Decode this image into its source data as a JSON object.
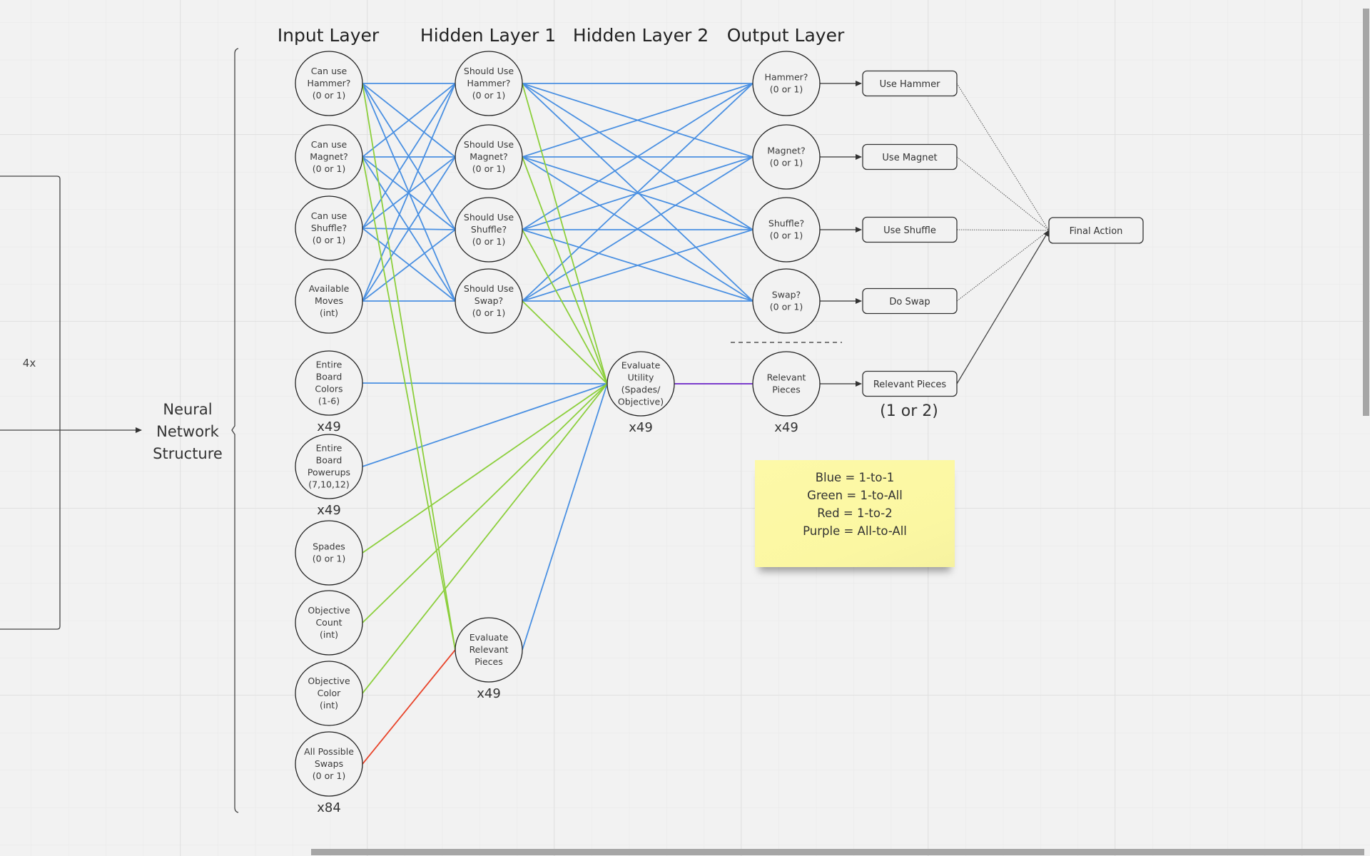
{
  "diagram": {
    "side_label": [
      "Neural",
      "Network",
      "Structure"
    ],
    "repeat_label": "4x",
    "layer_titles": [
      "Input Layer",
      "Hidden Layer 1",
      "Hidden Layer 2",
      "Output Layer"
    ],
    "input_nodes": [
      {
        "id": "in_hammer",
        "lines": [
          "Can use",
          "Hammer?",
          "(0 or 1)"
        ],
        "count": ""
      },
      {
        "id": "in_magnet",
        "lines": [
          "Can use",
          "Magnet?",
          "(0 or 1)"
        ],
        "count": ""
      },
      {
        "id": "in_shuffle",
        "lines": [
          "Can use",
          "Shuffle?",
          "(0 or 1)"
        ],
        "count": ""
      },
      {
        "id": "in_moves",
        "lines": [
          "Available",
          "Moves",
          "(int)"
        ],
        "count": ""
      },
      {
        "id": "in_colors",
        "lines": [
          "Entire",
          "Board",
          "Colors",
          "(1-6)"
        ],
        "count": "x49"
      },
      {
        "id": "in_powerups",
        "lines": [
          "Entire",
          "Board",
          "Powerups",
          "(7,10,12)"
        ],
        "count": "x49"
      },
      {
        "id": "in_spades",
        "lines": [
          "Spades",
          "(0 or 1)"
        ],
        "count": ""
      },
      {
        "id": "in_objcount",
        "lines": [
          "Objective",
          "Count",
          "(int)"
        ],
        "count": ""
      },
      {
        "id": "in_objcolor",
        "lines": [
          "Objective",
          "Color",
          "(int)"
        ],
        "count": ""
      },
      {
        "id": "in_swaps",
        "lines": [
          "All Possible",
          "Swaps",
          "(0 or 1)"
        ],
        "count": "x84"
      }
    ],
    "hidden1_nodes": [
      {
        "id": "h1_hammer",
        "lines": [
          "Should Use",
          "Hammer?",
          "(0 or 1)"
        ],
        "count": ""
      },
      {
        "id": "h1_magnet",
        "lines": [
          "Should Use",
          "Magnet?",
          "(0 or 1)"
        ],
        "count": ""
      },
      {
        "id": "h1_shuffle",
        "lines": [
          "Should Use",
          "Shuffle?",
          "(0 or 1)"
        ],
        "count": ""
      },
      {
        "id": "h1_swap",
        "lines": [
          "Should Use",
          "Swap?",
          "(0 or 1)"
        ],
        "count": ""
      },
      {
        "id": "h1_relevant",
        "lines": [
          "Evaluate",
          "Relevant",
          "Pieces"
        ],
        "count": "x49"
      }
    ],
    "hidden2_nodes": [
      {
        "id": "h2_utility",
        "lines": [
          "Evaluate",
          "Utility",
          "(Spades/",
          "Objective)"
        ],
        "count": "x49"
      }
    ],
    "output_nodes": [
      {
        "id": "out_hammer",
        "lines": [
          "Hammer?",
          "(0 or 1)"
        ],
        "count": ""
      },
      {
        "id": "out_magnet",
        "lines": [
          "Magnet?",
          "(0 or 1)"
        ],
        "count": ""
      },
      {
        "id": "out_shuffle",
        "lines": [
          "Shuffle?",
          "(0 or 1)"
        ],
        "count": ""
      },
      {
        "id": "out_swap",
        "lines": [
          "Swap?",
          "(0 or 1)"
        ],
        "count": ""
      },
      {
        "id": "out_relevant",
        "lines": [
          "Relevant",
          "Pieces"
        ],
        "count": "x49"
      }
    ],
    "action_boxes": [
      {
        "id": "act_hammer",
        "label": "Use Hammer",
        "from": "out_hammer",
        "link_style": "dotted"
      },
      {
        "id": "act_magnet",
        "label": "Use Magnet",
        "from": "out_magnet",
        "link_style": "dotted"
      },
      {
        "id": "act_shuffle",
        "label": "Use Shuffle",
        "from": "out_shuffle",
        "link_style": "dotted"
      },
      {
        "id": "act_swap",
        "label": "Do Swap",
        "from": "out_swap",
        "link_style": "dotted"
      },
      {
        "id": "act_relevant",
        "label": "Relevant Pieces",
        "from": "out_relevant",
        "link_style": "solid",
        "note": "(1 or 2)"
      }
    ],
    "final_action": "Final Action",
    "edges": {
      "blue": [
        [
          "in_hammer",
          "h1_hammer"
        ],
        [
          "in_hammer",
          "h1_magnet"
        ],
        [
          "in_hammer",
          "h1_shuffle"
        ],
        [
          "in_hammer",
          "h1_swap"
        ],
        [
          "in_magnet",
          "h1_hammer"
        ],
        [
          "in_magnet",
          "h1_magnet"
        ],
        [
          "in_magnet",
          "h1_shuffle"
        ],
        [
          "in_magnet",
          "h1_swap"
        ],
        [
          "in_shuffle",
          "h1_hammer"
        ],
        [
          "in_shuffle",
          "h1_magnet"
        ],
        [
          "in_shuffle",
          "h1_shuffle"
        ],
        [
          "in_shuffle",
          "h1_swap"
        ],
        [
          "in_moves",
          "h1_hammer"
        ],
        [
          "in_moves",
          "h1_magnet"
        ],
        [
          "in_moves",
          "h1_shuffle"
        ],
        [
          "in_moves",
          "h1_swap"
        ],
        [
          "h1_hammer",
          "out_hammer"
        ],
        [
          "h1_hammer",
          "out_magnet"
        ],
        [
          "h1_hammer",
          "out_shuffle"
        ],
        [
          "h1_hammer",
          "out_swap"
        ],
        [
          "h1_magnet",
          "out_hammer"
        ],
        [
          "h1_magnet",
          "out_magnet"
        ],
        [
          "h1_magnet",
          "out_shuffle"
        ],
        [
          "h1_magnet",
          "out_swap"
        ],
        [
          "h1_shuffle",
          "out_hammer"
        ],
        [
          "h1_shuffle",
          "out_magnet"
        ],
        [
          "h1_shuffle",
          "out_shuffle"
        ],
        [
          "h1_shuffle",
          "out_swap"
        ],
        [
          "h1_swap",
          "out_hammer"
        ],
        [
          "h1_swap",
          "out_magnet"
        ],
        [
          "h1_swap",
          "out_shuffle"
        ],
        [
          "h1_swap",
          "out_swap"
        ],
        [
          "in_colors",
          "h2_utility"
        ],
        [
          "in_powerups",
          "h2_utility"
        ],
        [
          "h1_relevant",
          "h2_utility"
        ]
      ],
      "green": [
        [
          "in_hammer",
          "h1_relevant"
        ],
        [
          "in_magnet",
          "h1_relevant"
        ],
        [
          "h1_hammer",
          "h2_utility"
        ],
        [
          "h1_magnet",
          "h2_utility"
        ],
        [
          "h1_shuffle",
          "h2_utility"
        ],
        [
          "h1_swap",
          "h2_utility"
        ],
        [
          "in_spades",
          "h2_utility"
        ],
        [
          "in_objcount",
          "h2_utility"
        ],
        [
          "in_objcolor",
          "h2_utility"
        ]
      ],
      "red": [
        [
          "in_swaps",
          "h1_relevant"
        ]
      ],
      "purple": [
        [
          "h2_utility",
          "out_relevant"
        ]
      ]
    },
    "edge_colors": {
      "blue": "#4a90e2",
      "green": "#8ccf3c",
      "red": "#e8442a",
      "purple": "#6a22c6"
    }
  },
  "legend": {
    "lines": [
      "Blue = 1-to-1",
      "Green = 1-to-All",
      "Red = 1-to-2",
      "Purple = All-to-All"
    ]
  }
}
